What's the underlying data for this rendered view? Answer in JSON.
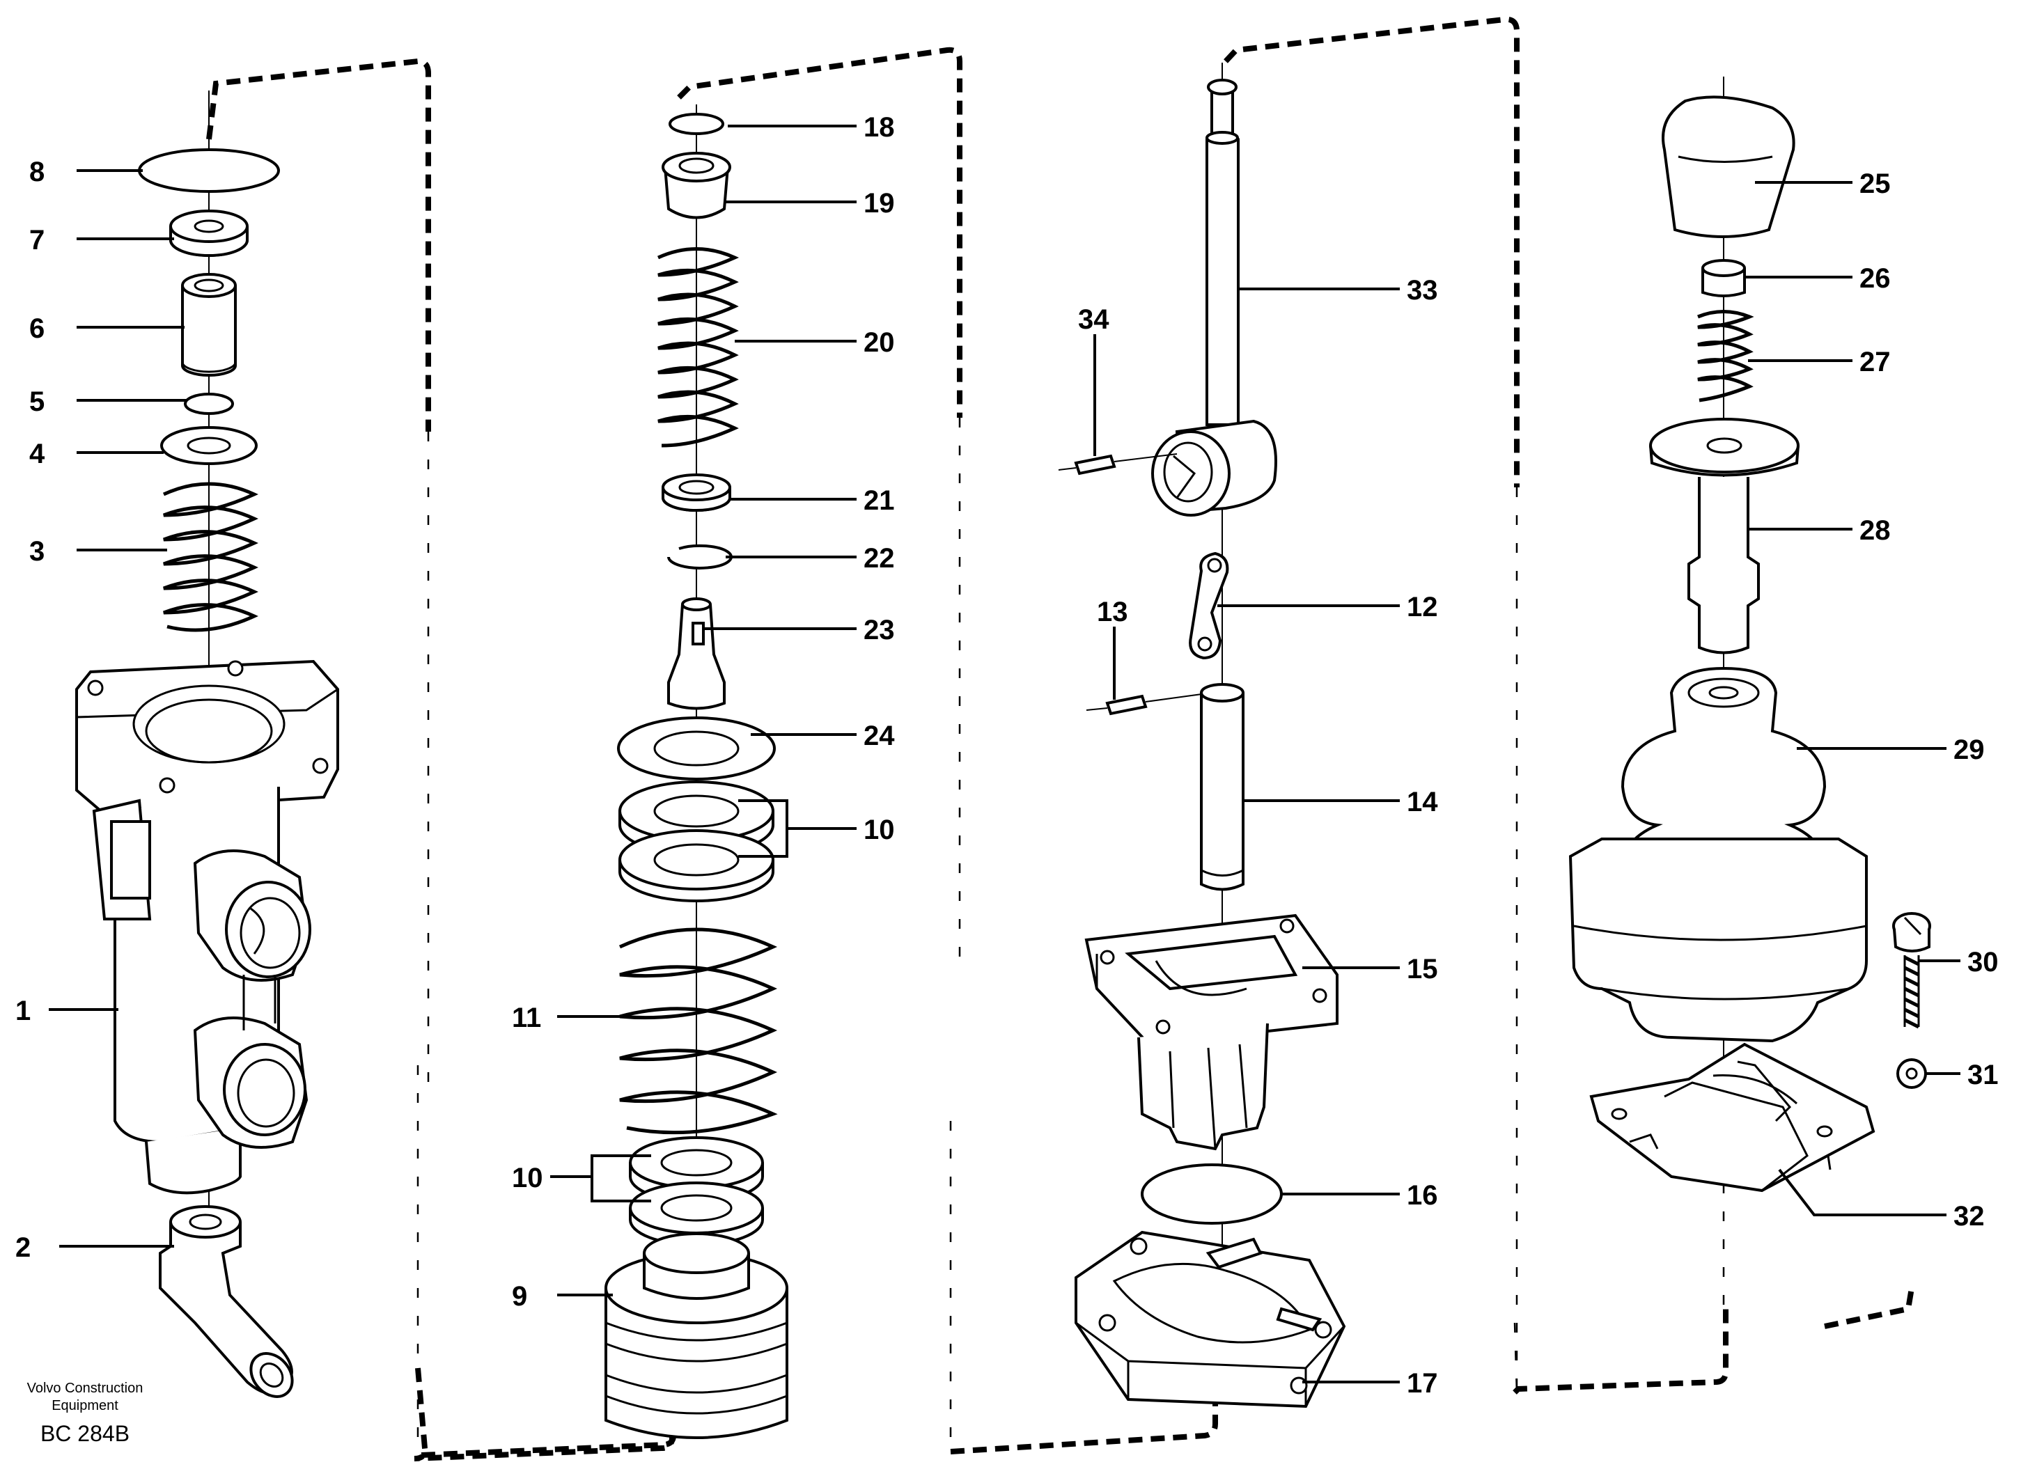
{
  "labels": {
    "l1": "1",
    "l2": "2",
    "l3": "3",
    "l4": "4",
    "l5": "5",
    "l6": "6",
    "l7": "7",
    "l8": "8",
    "l9": "9",
    "l10a": "10",
    "l10b": "10",
    "l11": "11",
    "l12": "12",
    "l13": "13",
    "l14": "14",
    "l15": "15",
    "l16": "16",
    "l17": "17",
    "l18": "18",
    "l19": "19",
    "l20": "20",
    "l21": "21",
    "l22": "22",
    "l23": "23",
    "l24": "24",
    "l25": "25",
    "l26": "26",
    "l27": "27",
    "l28": "28",
    "l29": "29",
    "l30": "30",
    "l31": "31",
    "l32": "32",
    "l33": "33",
    "l34": "34"
  },
  "source": {
    "line1": "Volvo Construction",
    "line2": "Equipment",
    "code": "BC 284B"
  }
}
